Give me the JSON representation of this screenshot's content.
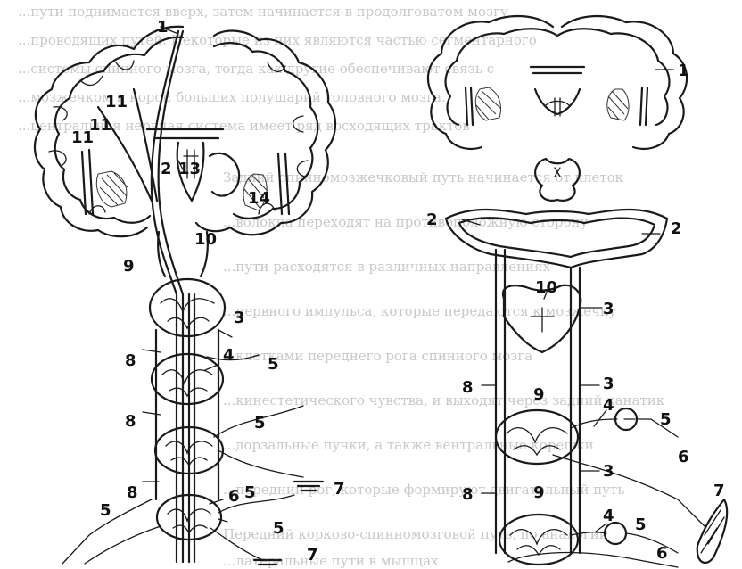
{
  "background_text": [
    "...пути поднимается вверх, затем начинается в продолговатом мозгу",
    "...проводящих путей. Некоторые из них являются частью сегментарного",
    "...системы спинного мозга, тогда как другие обеспечивают связь с",
    "...мозжечком и корой больших полушарий головного мозга.",
    "...центральная нервная система имеет ряд восходящих трактов",
    "Задний спинномозжечковый путь начинается от клеток",
    "...волокна переходят на противоположную сторону",
    "...пути расходятся в различных направлениях",
    "...нервного импульса, которые передаются к мозжечку",
    "...клетками переднего рога спинного мозга",
    "...кинестетического чувства, и выходят через задний канатик",
    "...дорзальные пучки, а также вентральные корешки",
    "...передний рог, которые формируют двигательный путь",
    "Передний корково-спинномозговой путь, по аналогии",
    "...латеральные пути в мышцах"
  ],
  "left_figure": {
    "labels": {
      "l1": "1",
      "l11a": "11",
      "l11b": "11",
      "l11c": "11",
      "l2": "2",
      "l13": "13",
      "l14": "14",
      "l10": "10",
      "l9": "9",
      "l3": "3",
      "l8a": "8",
      "l4": "4",
      "l5a": "5",
      "l8b": "8",
      "l5b": "5",
      "l8c": "8",
      "l6": "6",
      "l5c": "5",
      "l5d": "5",
      "l5e": "5",
      "l7a": "7",
      "l7b": "7"
    }
  },
  "right_figure": {
    "labels": {
      "r1": "1",
      "r2a": "2",
      "r2b": "2",
      "r10": "10",
      "r3a": "3",
      "r8a": "8",
      "r9a": "9",
      "r3b": "3",
      "r4a": "4",
      "r5a": "5",
      "r6a": "6",
      "r3c": "3",
      "r8b": "8",
      "r9b": "9",
      "r4b": "4",
      "r5b": "5",
      "r7": "7",
      "r6b": "6"
    }
  }
}
